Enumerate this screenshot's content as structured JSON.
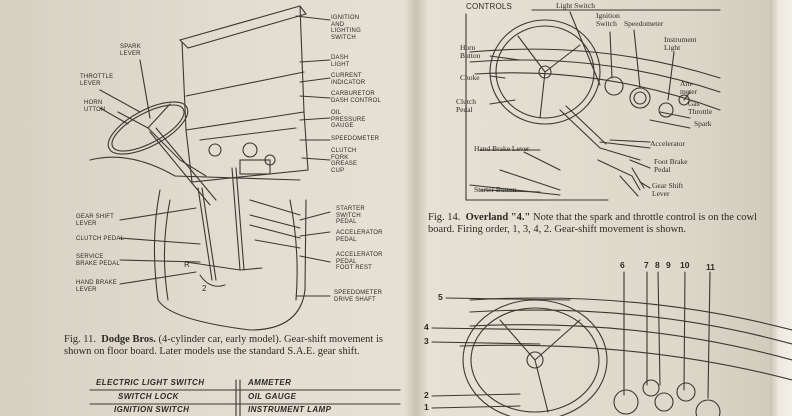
{
  "fig11": {
    "labels": {
      "ignition_switch": "IGNITION\nAND\nLIGHTING\nSWITCH",
      "spark_lever": "SPARK\nLEVER",
      "throttle_lever": "THROTTLE\nLEVER",
      "horn_button": "HORN\nUTTON",
      "dash_light": "DASH\nLIGHT",
      "current_indicator": "CURRENT\nINDICATOR",
      "carburetor_dash_control": "CARBURETOR\nDASH CONTROL",
      "oil_pressure_gauge": "OIL\nPRESSURE\nGAUGE",
      "speedometer": "SPEEDOMETER",
      "clutch_grease_cup": "CLUTCH\nFORK\nGREASE\nCUP",
      "gear_shift_lever": "GEAR SHIFT\nLEVER",
      "clutch_pedal": "CLUTCH PEDAL",
      "service_brake_pedal": "SERVICE\nBRAKE PEDAL",
      "hand_brake_lever": "HAND BRAKE\nLEVER",
      "starter_switch_pedal": "STARTER\nSWITCH\nPEDAL",
      "accelerator_pedal": "ACCELERATOR\nPEDAL",
      "accelerator_foot_rest": "ACCELERATOR\nPEDAL\nFOOT REST",
      "speedometer_drive_shaft": "SPEEDOMETER\nDRIVE SHAFT",
      "r_mark": "R",
      "two_mark": "2"
    },
    "caption_label": "Fig. 11.",
    "caption_title": "Dodge Bros.",
    "caption_text": " (4-cylinder car, early model).  Gear-shift movement is shown on floor board.  Later models use the standard S.A.E. gear shift."
  },
  "fig14": {
    "labels": {
      "controls": "CONTROLS",
      "light_switch": "Light Switch",
      "ignition_switch": "Ignition\nSwitch",
      "speedometer": "Speedometer",
      "instrument_light": "Instrument\nLight",
      "ammeter": "Am-\nmeter",
      "gas_throttle": "Gas\nThrottle",
      "spark": "Spark",
      "horn_button": "Horn\nButton",
      "choke": "Choke",
      "clutch_pedal": "Clutch\nPedal",
      "accelerator": "Accelerator",
      "hand_brake_lever": "Hand Brake Lever",
      "foot_brake_pedal": "Foot Brake\nPedal",
      "gear_shift_lever": "Gear Shift\nLever",
      "starter_button": "Starter Button"
    },
    "caption_label": "Fig. 14.",
    "caption_title": "Overland \"4.\"",
    "caption_text": "  Note that the spark and throttle control is on the cowl board.  Firing order, 1, 3, 4, 2.  Gear-shift movement is shown."
  },
  "fig_bottom_numbers": [
    "6",
    "7",
    "8",
    "9",
    "10",
    "11",
    "5",
    "4",
    "3",
    "2",
    "1"
  ],
  "key_table": {
    "rows": [
      {
        "left": "ELECTRIC LIGHT SWITCH",
        "right": "AMMETER"
      },
      {
        "left": "SWITCH LOCK",
        "right": "OIL GAUGE"
      },
      {
        "left": "IGNITION SWITCH",
        "right": "INSTRUMENT LAMP"
      }
    ]
  },
  "colors": {
    "paper": "#e3ded1",
    "ink": "#2b2a26"
  }
}
